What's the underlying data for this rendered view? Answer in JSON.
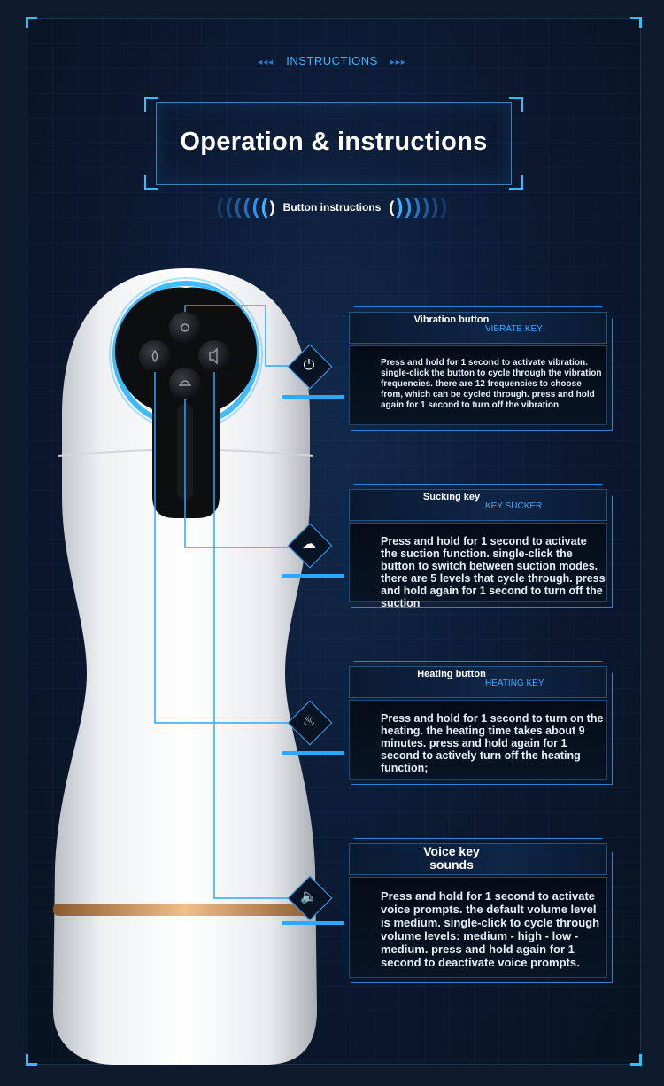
{
  "header": {
    "top_label": "INSTRUCTIONS",
    "arrows_left": "◂◂◂",
    "arrows_right": "▸▸▸",
    "title": "Operation & instructions",
    "subtitle": "Button instructions"
  },
  "keys": [
    {
      "name": "Vibration button",
      "tag": "VIBRATE KEY",
      "icon": "power-icon",
      "description": "Press and hold for 1 second to activate vibration. single-click the button to cycle through the vibration frequencies. there are 12 frequencies to choose from, which can be cycled through. press and hold again for 1 second to turn off the vibration"
    },
    {
      "name": "Sucking key",
      "tag": "KEY SUCKER",
      "icon": "cloud-suction-icon",
      "description": "Press and hold for 1 second to activate the suction function. single-click the button to switch between suction modes. there are 5 levels that cycle through. press and hold again for 1 second to turn off the suction"
    },
    {
      "name": "Heating button",
      "tag": "HEATING KEY",
      "icon": "flame-icon",
      "description": "Press and hold for 1 second to turn on the heating. the heating time takes about 9 minutes. press and hold again for 1 second to actively turn off the heating function;"
    },
    {
      "name": "Voice key sounds",
      "tag": "",
      "icon": "speaker-icon",
      "description": "Press and hold for 1 second to activate voice prompts. the default volume level is medium. single-click to cycle through volume levels: medium - high - low - medium. press and hold again for 1 second to deactivate voice prompts."
    }
  ],
  "colors": {
    "accent": "#2aa8ff",
    "background": "#0b1830",
    "device_body": "#f2f3f4",
    "gold_ring": "#c98a52"
  }
}
